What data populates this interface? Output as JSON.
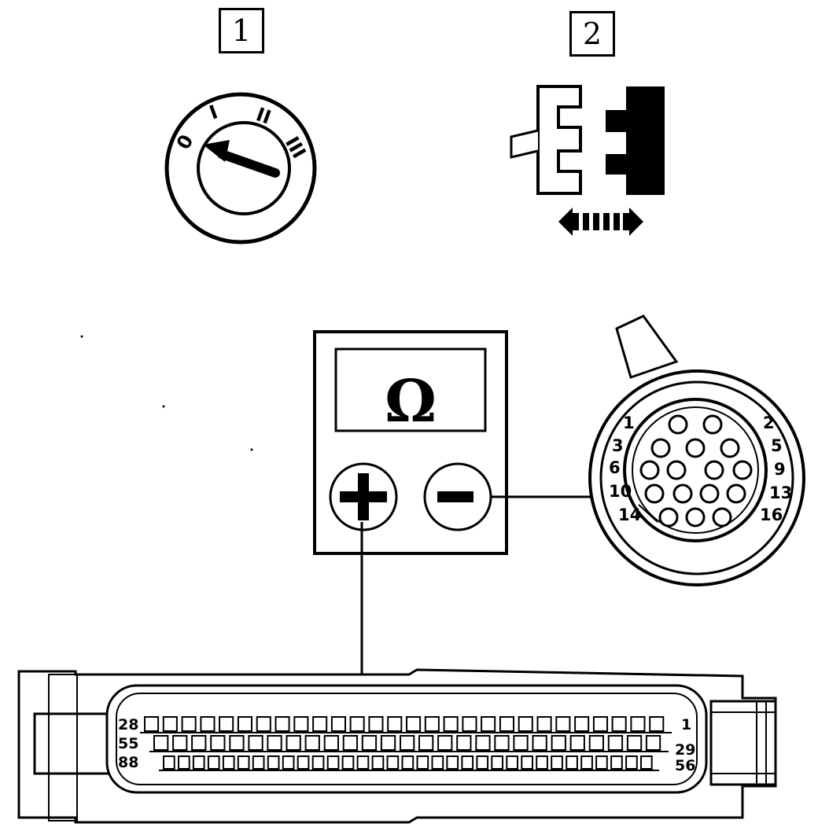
{
  "steps": {
    "step1": "1",
    "step2": "2"
  },
  "ignition_switch": {
    "positions": [
      "0",
      "I",
      "II",
      "III"
    ]
  },
  "ohmmeter": {
    "display_symbol": "Ω",
    "positive_terminal": "+",
    "negative_terminal": "−"
  },
  "round_connector": {
    "pin_labels": {
      "p1": "1",
      "p2": "2",
      "p3": "3",
      "p5": "5",
      "p6": "6",
      "p9": "9",
      "p10": "10",
      "p13": "13",
      "p14": "14",
      "p16": "16"
    }
  },
  "ecu_connector": {
    "row_labels": {
      "row1_left": "28",
      "row1_right": "1",
      "row2_left": "55",
      "row2_right": "29",
      "row3_left": "88",
      "row3_right": "56"
    }
  },
  "colors": {
    "ink": "#000000",
    "background": "#ffffff"
  }
}
